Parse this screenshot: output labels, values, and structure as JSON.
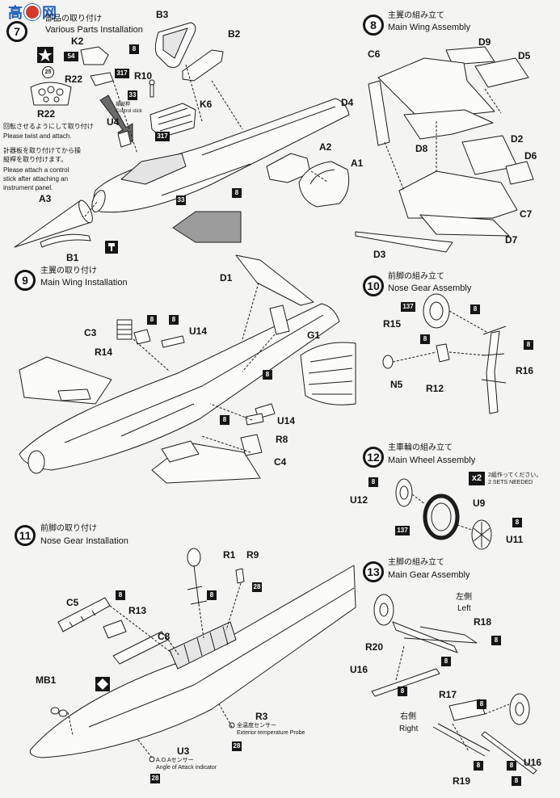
{
  "watermark": {
    "char1": "高",
    "char2": "网",
    "icon": "globe-logo-icon"
  },
  "step7": {
    "number": "7",
    "title_jp": "部品の取り付け",
    "title_en": "Various Parts Installation",
    "parts": [
      "B3",
      "K2",
      "B2",
      "R22",
      "R10",
      "K6",
      "R22",
      "U4",
      "A2",
      "A1",
      "A3",
      "B1"
    ],
    "paints": [
      "8",
      "54",
      "317",
      "33",
      "317",
      "33",
      "8"
    ],
    "decal": "25",
    "control_stick_jp": "操縦桿",
    "control_stick_en": "Control stick",
    "note1_jp": "回転させるようにして取り付け",
    "note1_en": "Please twist and attach.",
    "note2_jp": [
      "計器板を取り付けてから操",
      "縦桿を取り付けます。"
    ],
    "note2_en": [
      "Please attach a control",
      "stick after attaching an",
      "instrument panel."
    ],
    "icons": {
      "insignia": "star-insignia-icon",
      "hook": "tail-hook-icon",
      "arrow": "direction-arrow-icon"
    }
  },
  "step8": {
    "number": "8",
    "title_jp": "主翼の組み立て",
    "title_en": "Main Wing Assembly",
    "parts": [
      "D9",
      "C6",
      "D5",
      "D4",
      "D8",
      "D2",
      "D6",
      "C7",
      "D7",
      "D3"
    ]
  },
  "step9": {
    "number": "9",
    "title_jp": "主翼の取り付け",
    "title_en": "Main Wing Installation",
    "parts": [
      "D1",
      "C3",
      "U14",
      "R14",
      "G1",
      "U14",
      "R8",
      "C4"
    ],
    "paints": [
      "8",
      "8",
      "8",
      "8"
    ]
  },
  "step10": {
    "number": "10",
    "title_jp": "前脚の組み立て",
    "title_en": "Nose Gear Assembly",
    "parts": [
      "R15",
      "N5",
      "R12",
      "R16"
    ],
    "paints": [
      "137",
      "8",
      "8",
      "8"
    ]
  },
  "step11": {
    "number": "11",
    "title_jp": "前脚の取り付け",
    "title_en": "Nose Gear Installation",
    "parts": [
      "R1",
      "R9",
      "C5",
      "R13",
      "C8",
      "MB1",
      "R3",
      "U3"
    ],
    "paints": [
      "8",
      "28",
      "8",
      "28",
      "28"
    ],
    "r3_jp": "全温度センサー",
    "r3_en": "Exterior temperature Probe",
    "u3_jp": "A.O.Aセンサー",
    "u3_en": "Angle of Attack indicator",
    "icons": {
      "marker": "diamond-marker-icon"
    }
  },
  "step12": {
    "number": "12",
    "title_jp": "主車輪の組み立て",
    "title_en": "Main Wheel Assembly",
    "multiplier": "x2",
    "note_jp": "2組作ってください。",
    "note_en": "2 SETS NEEDED",
    "parts": [
      "U12",
      "U9",
      "U11"
    ],
    "paints": [
      "8",
      "137",
      "8"
    ]
  },
  "step13": {
    "number": "13",
    "title_jp": "主脚の組み立て",
    "title_en": "Main Gear Assembly",
    "left_jp": "左側",
    "left_en": "Left",
    "right_jp": "右側",
    "right_en": "Right",
    "parts": [
      "R18",
      "R20",
      "U16",
      "R17",
      "R19",
      "U16"
    ],
    "paints": [
      "8",
      "8",
      "8",
      "8",
      "8",
      "8",
      "8"
    ]
  }
}
